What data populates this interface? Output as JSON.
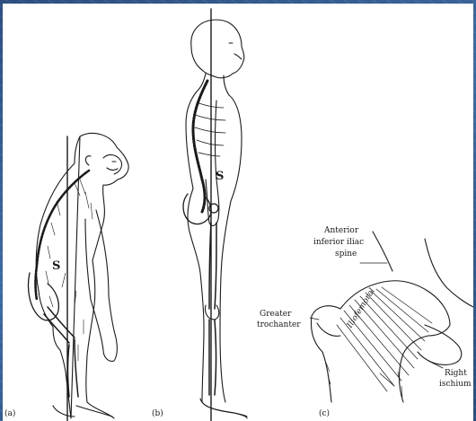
{
  "panels": {
    "a": {
      "tag": "(a)",
      "sacrum_mark": "S"
    },
    "b": {
      "tag": "(b)",
      "sacrum_mark": "S"
    },
    "c": {
      "tag": "(c)",
      "labels": {
        "anterior_line1": "Anterior",
        "anterior_line2": "inferior iliac",
        "anterior_line3": "spine",
        "greater_line1": "Greater",
        "greater_line2": "trochanter",
        "ligament": "Iliofemoral",
        "ischium_line1": "Right",
        "ischium_line2": "ischium"
      }
    }
  },
  "colors": {
    "slide_background": "#3b649b",
    "figure_background": "#ffffff",
    "ink": "#1a1a1a"
  }
}
